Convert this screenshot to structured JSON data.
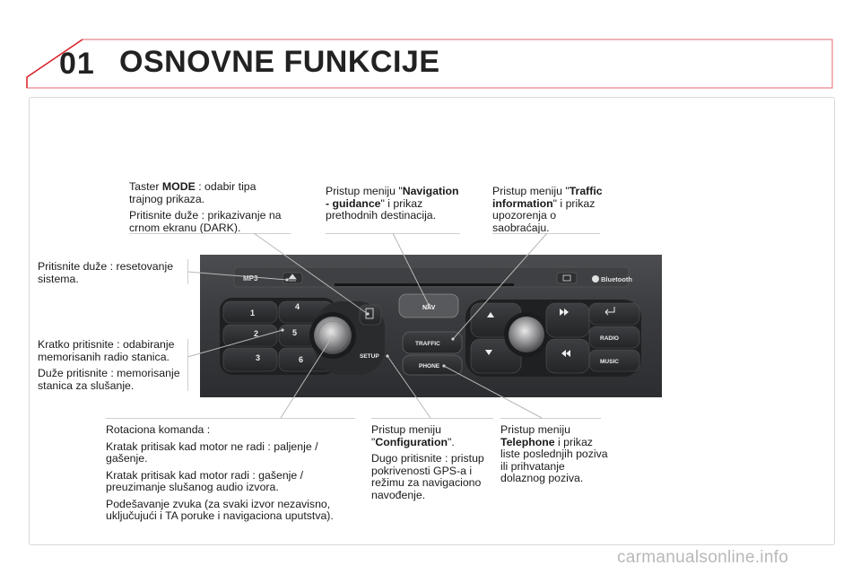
{
  "header": {
    "chapter_number": "01",
    "title": "OSNOVNE FUNKCIJE"
  },
  "notes": {
    "mode": {
      "prefix": "Taster ",
      "bold": "MODE",
      "suffix": " : odabir tipa trajnog prikaza.",
      "line2": "Pritisnite duže : prikazivanje na crnom ekranu (DARK)."
    },
    "navigation": {
      "prefix": "Pristup meniju \"",
      "bold": "Navigation - guidance",
      "suffix": "\" i prikaz prethodnih destinacija."
    },
    "traffic": {
      "prefix": "Pristup meniju \"",
      "bold": "Traffic information",
      "suffix": "\" i prikaz upozorenja o saobraćaju."
    },
    "reset": {
      "text": "Pritisnite duže : resetovanje sistema."
    },
    "presets": {
      "line1": "Kratko pritisnite : odabiranje memorisanih radio stanica.",
      "line2": "Duže pritisnite : memorisanje stanica za slušanje."
    },
    "rotary": {
      "line1": "Rotaciona komanda :",
      "line2": "Kratak pritisak kad motor ne radi : paljenje / gašenje.",
      "line3": "Kratak pritisak kad motor radi : gašenje / preuzimanje slušanog audio izvora.",
      "line4": "Podešavanje zvuka (za svaki izvor nezavisno, uključujući i TA poruke i navigaciona uputstva)."
    },
    "configuration": {
      "prefix": "Pristup meniju \"",
      "bold": "Configuration",
      "suffix": "\".",
      "line2": "Dugo pritisnite : pristup pokrivenosti GPS-a i režimu za navigaciono navođenje."
    },
    "telephone": {
      "prefix": "Pristup meniju ",
      "bold": "Telephone",
      "suffix": " i prikaz liste poslednjih poziva ili prihvatanje dolaznog poziva."
    }
  },
  "radio_panel": {
    "mp3_label": "MP3",
    "nav_label": "NAV",
    "traffic_label": "TRAFFIC",
    "phone_label": "PHONE",
    "setup_label": "SETUP",
    "radio_label": "RADIO",
    "music_label": "MUSIC",
    "bluetooth_label": "Bluetooth",
    "presets": [
      "1",
      "4",
      "2",
      "5",
      "3",
      "6"
    ]
  },
  "watermark": "carmanualsonline.info",
  "colors": {
    "header_line": "#d9212b",
    "panel_bg": "#3a3a3c",
    "button": "#2a2a2c"
  }
}
